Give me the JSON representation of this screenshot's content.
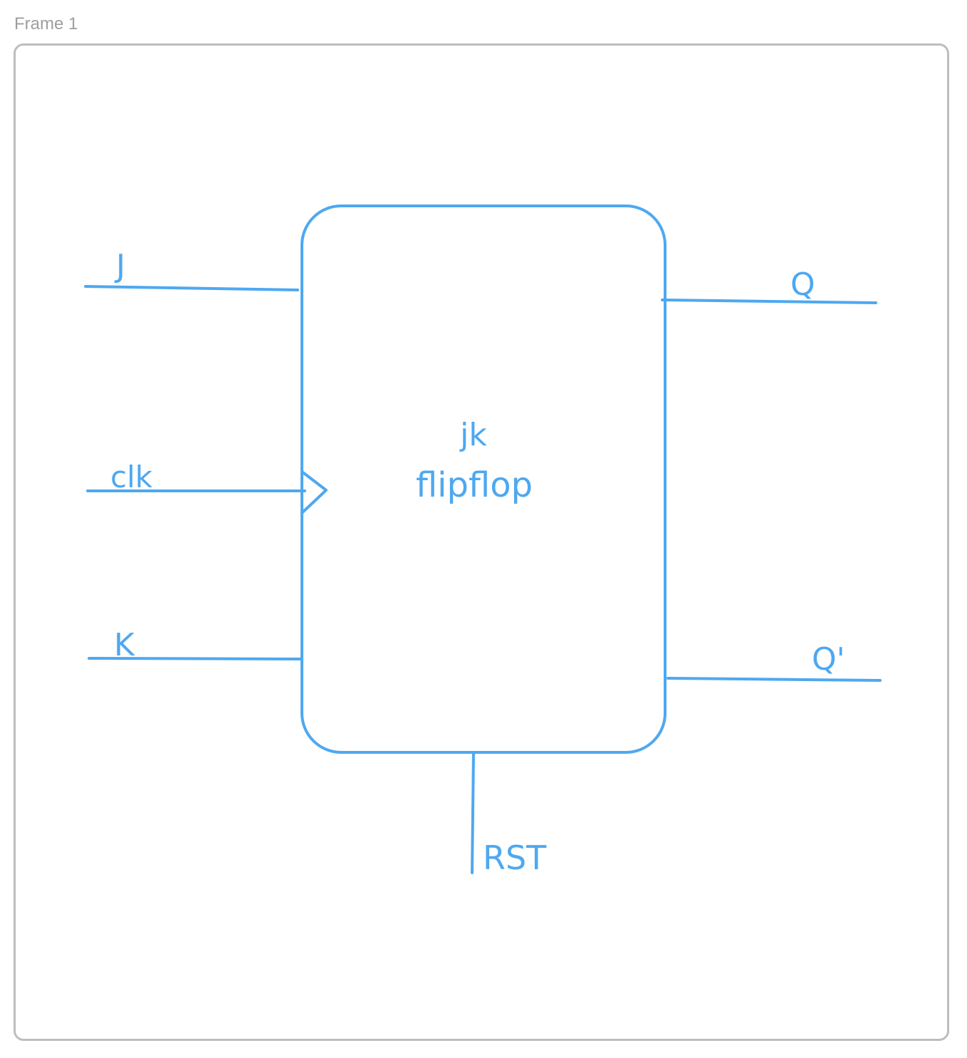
{
  "frame": {
    "label": "Frame 1"
  },
  "diagram": {
    "block": {
      "title_line1": "jk",
      "title_line2": "flipflop"
    },
    "inputs": {
      "j": "J",
      "clk": "clk",
      "k": "K"
    },
    "outputs": {
      "q": "Q",
      "q_bar": "Q'"
    },
    "reset": "RST"
  },
  "colors": {
    "ink": "#4ea8f0",
    "frame_border": "#bdbdbd",
    "frame_label": "#9e9e9e"
  }
}
